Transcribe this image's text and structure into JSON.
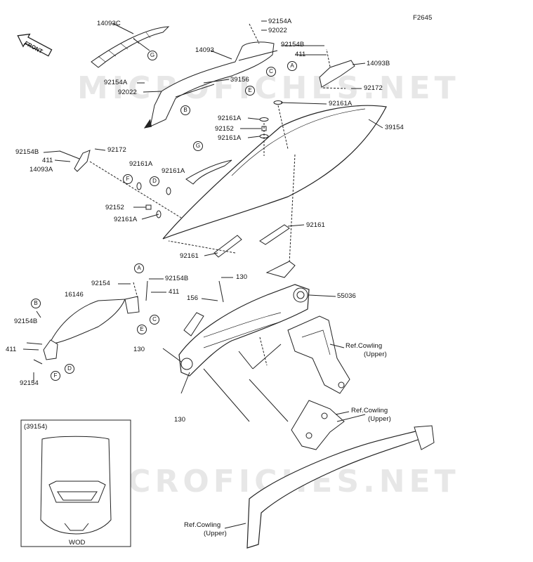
{
  "figure_code": "F2645",
  "front_label": "FRONT",
  "watermark": "MICROFICHES.NET",
  "inset": {
    "title": "(39154)",
    "caption": "WOD"
  },
  "parts": {
    "p14093C": "14093C",
    "p14093": "14093",
    "p14093B": "14093B",
    "p14093A": "14093A",
    "p92154A_top": "92154A",
    "p92022_top": "92022",
    "p92154B_top": "92154B",
    "p411_top": "411",
    "p92172_top": "92172",
    "p92154A_left": "92154A",
    "p92022_left": "92022",
    "p39156": "39156",
    "p92161A_r1": "92161A",
    "p92161A_r2": "92161A",
    "p92152_r": "92152",
    "p92161A_r3": "92161A",
    "p39154": "39154",
    "p92154B_left": "92154B",
    "p411_left": "411",
    "p92172_left": "92172",
    "p92161A_l1": "92161A",
    "p92161A_l2": "92161A",
    "p92152_l": "92152",
    "p92161A_l3": "92161A",
    "p92161_r": "92161",
    "p92161_b": "92161",
    "p92154_mid": "92154",
    "p92154B_mid": "92154B",
    "p411_mid": "411",
    "p16146": "16146",
    "p92154B_lo": "92154B",
    "p411_lo": "411",
    "p92154_lo": "92154",
    "p130_a": "130",
    "p156": "156",
    "p55036": "55036",
    "p130_b": "130",
    "p130_c": "130"
  },
  "refs": {
    "r1a": "Ref.Cowling",
    "r1b": "(Upper)",
    "r2a": "Ref.Cowling",
    "r2b": "(Upper)",
    "r3a": "Ref.Cowling",
    "r3b": "(Upper)"
  },
  "callouts": {
    "A1": "A",
    "B1": "B",
    "C1": "C",
    "E1": "E",
    "G1": "G",
    "G2": "G",
    "F1": "F",
    "D1": "D",
    "A2": "A",
    "C2": "C",
    "E2": "E",
    "B2": "B",
    "F2": "F",
    "D2": "D"
  }
}
